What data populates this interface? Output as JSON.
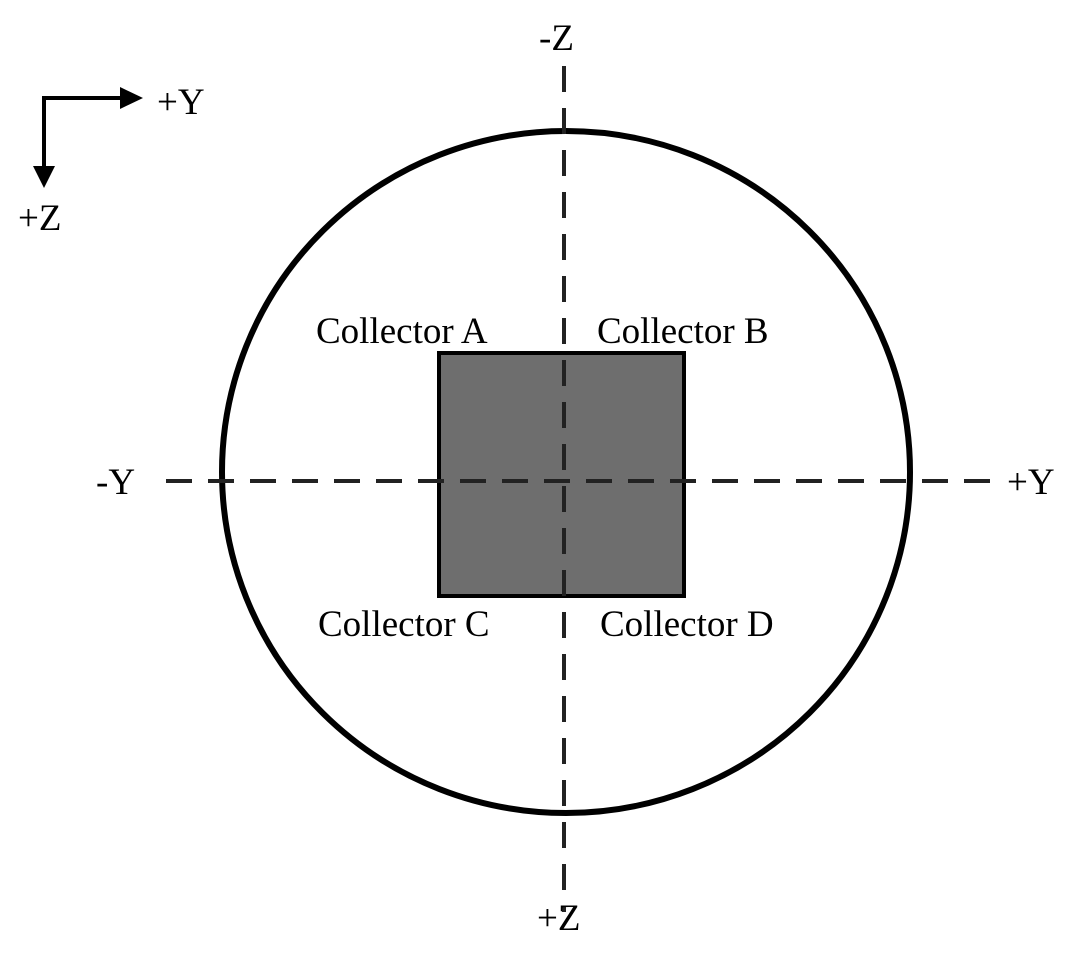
{
  "orientation": {
    "y_label": "+Y",
    "z_label": "+Z"
  },
  "axes": {
    "top_label": "-Z",
    "bottom_label": "+Z",
    "left_label": "-Y",
    "right_label": "+Y"
  },
  "collectors": {
    "a": "Collector A",
    "b": "Collector B",
    "c": "Collector C",
    "d": "Collector D"
  },
  "colors": {
    "collector_fill": "#6e6e6e",
    "outline": "#000000",
    "background": "#ffffff"
  }
}
